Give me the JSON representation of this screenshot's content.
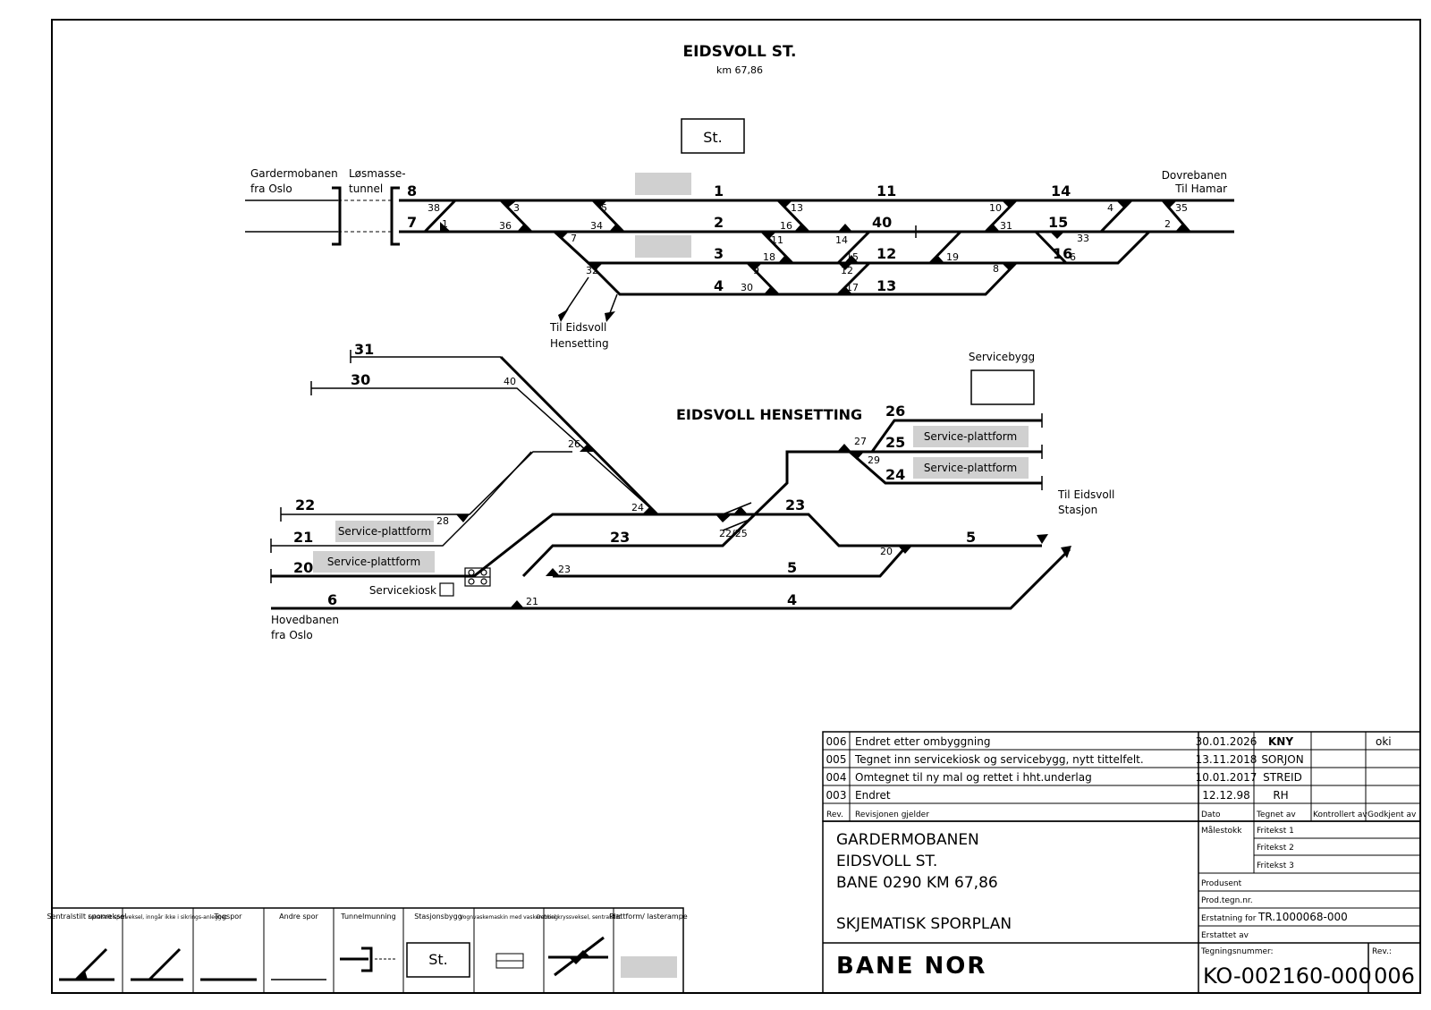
{
  "title": {
    "name": "EIDSVOLL ST.",
    "km": "km 67,86"
  },
  "station_box": "St.",
  "upper_labels": {
    "gardermobanen": [
      "Gardermobanen",
      "fra Oslo"
    ],
    "tunnel": [
      "Løsmasse-",
      "tunnel"
    ],
    "dovrebanen": [
      "Dovrebanen",
      "Til Hamar"
    ],
    "hensetting_exit": [
      "Til Eidsvoll",
      "Hensetting"
    ]
  },
  "upper_tracks": [
    "8",
    "7",
    "1",
    "11",
    "14",
    "2",
    "40",
    "15",
    "3",
    "12",
    "16",
    "4",
    "13"
  ],
  "upper_switches": [
    "38",
    "1",
    "3",
    "36",
    "5",
    "34",
    "7",
    "13",
    "16",
    "11",
    "18",
    "14",
    "15",
    "10",
    "31",
    "4",
    "33",
    "35",
    "2",
    "19",
    "6",
    "32",
    "9",
    "12",
    "30",
    "17",
    "8"
  ],
  "hensetting_title": "EIDSVOLL HENSETTING",
  "lower_tracks": [
    "31",
    "30",
    "22",
    "21",
    "20",
    "6",
    "26",
    "25",
    "24",
    "23",
    "23",
    "5",
    "5",
    "4"
  ],
  "lower_switches": [
    "40",
    "26",
    "24",
    "28",
    "22/25",
    "27",
    "29",
    "20",
    "23",
    "21"
  ],
  "platforms": [
    "Service-plattform",
    "Service-plattform",
    "Service-plattform",
    "Service-plattform"
  ],
  "servicebygg": "Servicebygg",
  "servicekiosk": "Servicekiosk",
  "til_stasjon": [
    "Til Eidsvoll",
    "Stasjon"
  ],
  "hovedbanen": [
    "Hovedbanen",
    "fra Oslo"
  ],
  "revisions": [
    {
      "rev": "006",
      "text": "Endret etter ombyggning",
      "date": "30.01.2026",
      "by": "KNY",
      "checked": "",
      "approved": "oki"
    },
    {
      "rev": "005",
      "text": "Tegnet inn servicekiosk og servicebygg, nytt tittelfelt.",
      "date": "13.11.2018",
      "by": "SORJON",
      "checked": "",
      "approved": ""
    },
    {
      "rev": "004",
      "text": "Omtegnet til ny mal og rettet i hht.underlag",
      "date": "10.01.2017",
      "by": "STREID",
      "checked": "",
      "approved": ""
    },
    {
      "rev": "003",
      "text": "Endret",
      "date": "12.12.98",
      "by": "RH",
      "checked": "",
      "approved": ""
    }
  ],
  "rev_headers": {
    "rev": "Rev.",
    "text": "Revisjonen gjelder",
    "date": "Dato",
    "by": "Tegnet av",
    "checked": "Kontrollert av",
    "approved": "Godkjent av"
  },
  "title_block": {
    "lines": [
      "GARDERMOBANEN",
      "EIDSVOLL ST.",
      "BANE 0290 KM 67,86",
      "SKJEMATISK SPORPLAN"
    ],
    "logo": "BANE NOR",
    "malestokk": "Målestokk",
    "fritekst": [
      "Fritekst 1",
      "Fritekst 2",
      "Fritekst 3"
    ],
    "produsent": "Produsent",
    "prod_tegn": "Prod.tegn.nr.",
    "erstatning_for": "Erstatning for",
    "erstatning_value": "TR.1000068-000",
    "erstattet_av": "Erstattet av",
    "tegningsnummer_label": "Tegningsnummer:",
    "tegningsnummer": "KO-002160-000",
    "rev_label": "Rev.:",
    "rev": "006"
  },
  "legend": [
    "Sentralstilt sporveksel",
    "Lokalstilt sporveksel, inngår ikke i sikrings-anlegget",
    "Togspor",
    "Andre spor",
    "Tunnelmunning",
    "Stasjonsbygg",
    "Vognvaskemaskin med vaskeretning",
    "Dobbel kryssveksel, sentralstilt",
    "Plattform/ lasterampe"
  ],
  "legend_station": "St."
}
